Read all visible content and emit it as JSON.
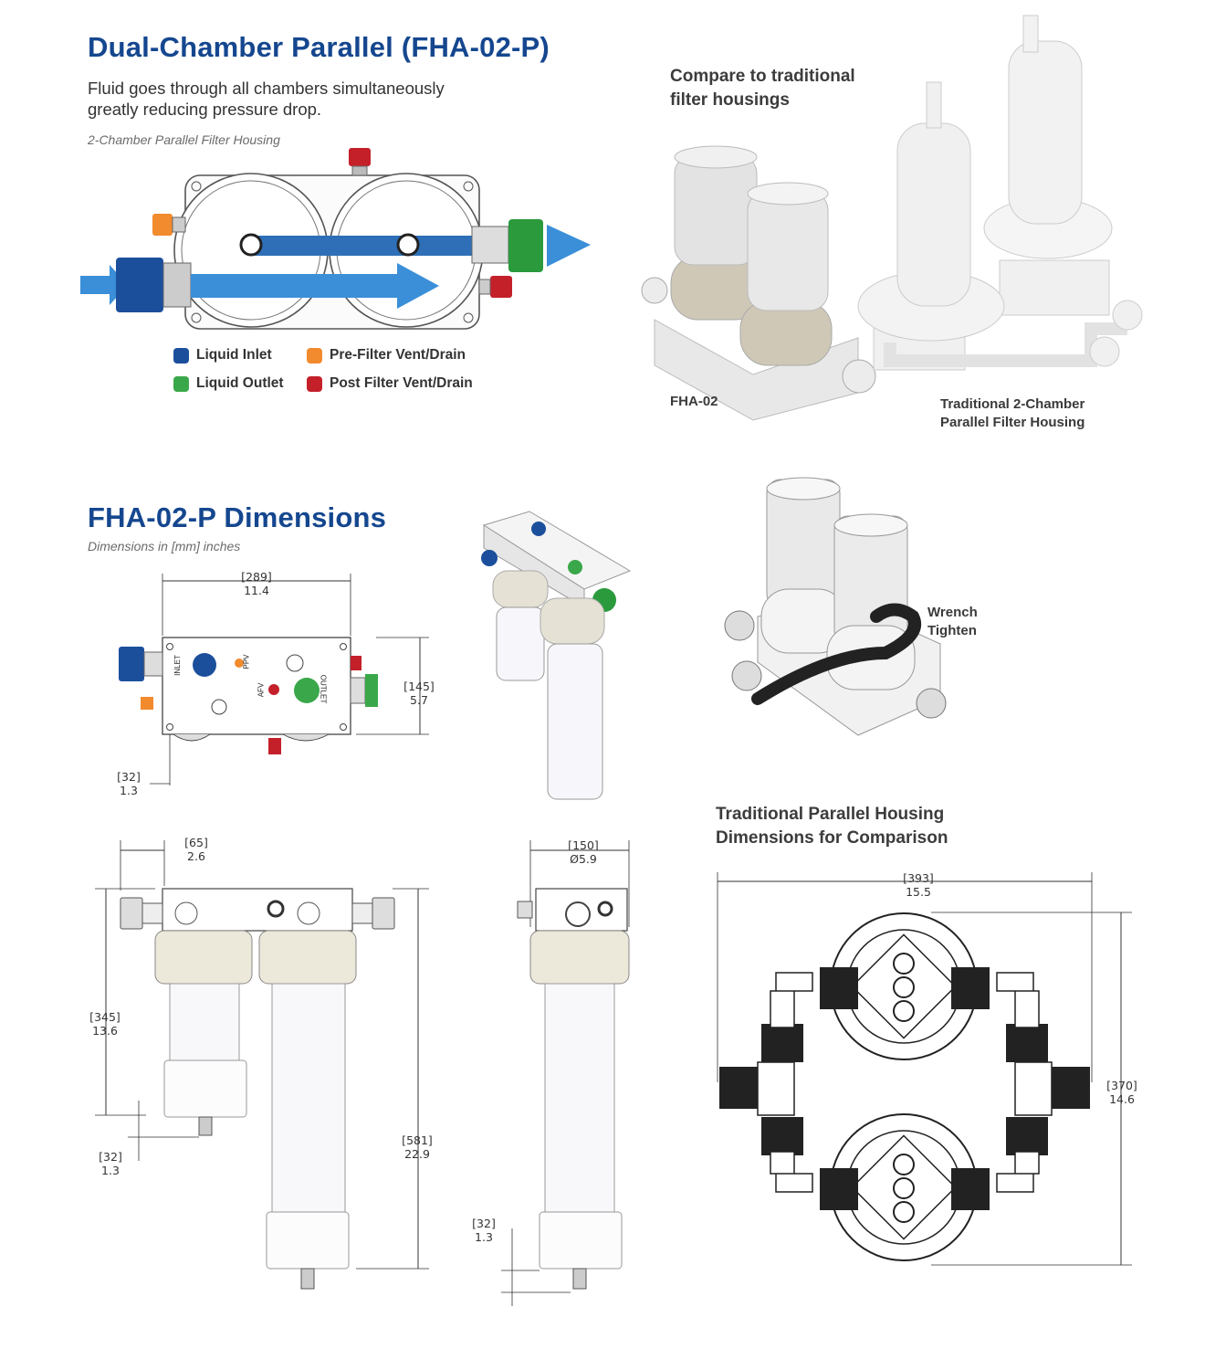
{
  "section1": {
    "title": "Dual-Chamber Parallel (FHA-02-P)",
    "description_line1": "Fluid goes through all chambers simultaneously",
    "description_line2": "greatly reducing pressure drop.",
    "diagram_caption": "2-Chamber Parallel Filter Housing",
    "legend": [
      {
        "label": "Liquid Inlet",
        "color": "#1b4f9c"
      },
      {
        "label": "Pre-Filter Vent/Drain",
        "color": "#f28a2e"
      },
      {
        "label": "Liquid Outlet",
        "color": "#3aa84a"
      },
      {
        "label": "Post Filter Vent/Drain",
        "color": "#c4202a"
      }
    ]
  },
  "compare": {
    "heading_line1": "Compare to traditional",
    "heading_line2": "filter housings",
    "label_fha": "FHA-02",
    "label_traditional_line1": "Traditional 2-Chamber",
    "label_traditional_line2": "Parallel Filter Housing"
  },
  "dimensions": {
    "title": "FHA-02-P Dimensions",
    "subtitle": "Dimensions in [mm] inches",
    "top_view": {
      "width_mm": "289",
      "width_in": "11.4",
      "height_mm": "145",
      "height_in": "5.7",
      "offset_mm": "32",
      "offset_in": "1.3",
      "port_labels": {
        "inlet": "INLET",
        "ppv": "PPV",
        "afv": "AFV",
        "outlet": "OUTLET"
      }
    },
    "front_view": {
      "port_mm": "65",
      "port_in": "2.6",
      "short_mm": "345",
      "short_in": "13.6",
      "bottom_mm": "32",
      "bottom_in": "1.3",
      "total_mm": "581",
      "total_in": "22.9"
    },
    "side_view": {
      "dia_mm": "150",
      "dia_in": "Ø5.9",
      "bottom_mm": "32",
      "bottom_in": "1.3"
    }
  },
  "wrench": {
    "line1": "Wrench",
    "line2": "Tighten"
  },
  "traditional_dims": {
    "heading_line1": "Traditional Parallel Housing",
    "heading_line2": "Dimensions for Comparison",
    "width_mm": "393",
    "width_in": "15.5",
    "height_mm": "370",
    "height_in": "14.6"
  }
}
